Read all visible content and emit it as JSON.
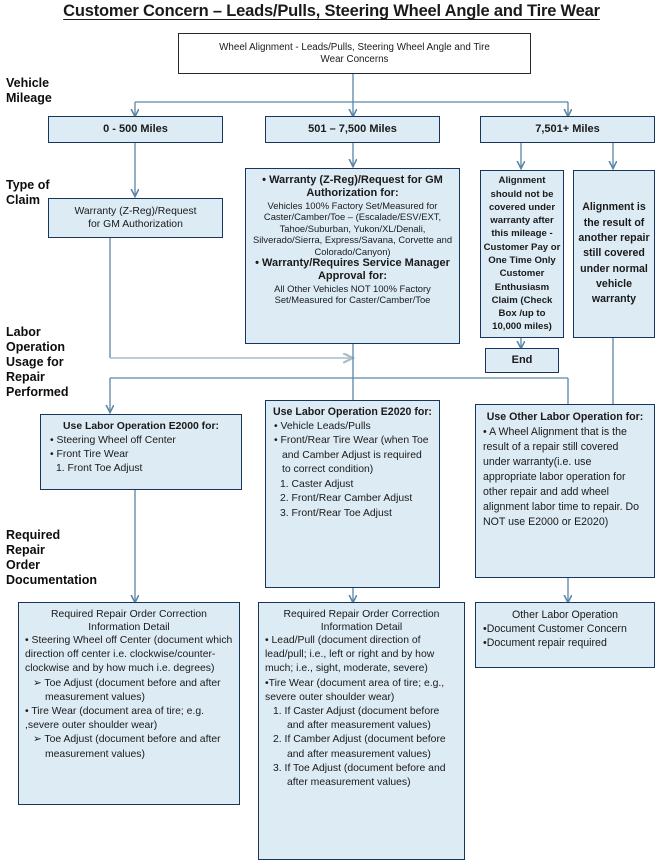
{
  "title": "Customer Concern – Leads/Pulls, Steering Wheel Angle and Tire Wear",
  "swimlanes": [
    {
      "id": "vehicle-mileage",
      "label": "Vehicle\nMileage"
    },
    {
      "id": "type-of-claim",
      "label": "Type of\nClaim"
    },
    {
      "id": "labor-operation",
      "label": "Labor\nOperation\nUsage for\nRepair\nPerformed"
    },
    {
      "id": "required-repair-order-documentation",
      "label": "Required\nRepair\nOrder\nDocumentation"
    }
  ],
  "nodes": {
    "start": {
      "lines": [
        "Wheel Alignment - Leads/Pulls, Steering Wheel Angle and Tire",
        "Wear Concerns"
      ]
    },
    "mileage_0_500": {
      "label": "0 - 500 Miles"
    },
    "mileage_501_7500": {
      "label": "501 – 7,500 Miles"
    },
    "mileage_7501_plus": {
      "label": "7,501+ Miles"
    },
    "claim_zreg": {
      "lines": [
        "Warranty (Z-Reg)/Request",
        "for GM  Authorization"
      ]
    },
    "claim_gm_auth": {
      "heading": "• Warranty (Z-Reg)/Request for GM Authorization for:",
      "body": "Vehicles 100% Factory Set/Measured for Caster/Camber/Toe – (Escalade/ESV/EXT, Tahoe/Suburban, Yukon/XL/Denali, Silverado/Sierra, Express/Savana,  Corvette and Colorado/Canyon)",
      "heading2": "• Warranty/Requires Service Manager Approval for:",
      "body2": "All Other Vehicles NOT 100% Factory Set/Measured for Caster/Camber/Toe"
    },
    "claim_not_covered": {
      "text": "Alignment should not be covered under warranty after this mileage - Customer Pay or  One Time Only Customer Enthusiasm Claim (Check Box /up to 10,000 miles)"
    },
    "claim_other_repair": {
      "text": "Alignment is the result of another repair still covered under normal vehicle warranty"
    },
    "end": {
      "label": "End"
    },
    "labor_e2000": {
      "heading": "Use Labor Operation E2000 for:",
      "items": [
        "• Steering Wheel off Center",
        "• Front Tire Wear",
        "1.    Front Toe Adjust"
      ]
    },
    "labor_e2020": {
      "heading": "Use Labor Operation E2020 for:",
      "items": [
        "• Vehicle Leads/Pulls",
        "• Front/Rear Tire Wear (when Toe and Camber Adjust is required to correct condition)",
        "1.    Caster Adjust",
        "2.    Front/Rear Camber Adjust",
        "3.    Front/Rear Toe Adjust"
      ]
    },
    "labor_other": {
      "heading": "Use Other Labor Operation for:",
      "items": [
        "• A Wheel Alignment that is the result of a repair still covered under warranty(i.e. use appropriate labor operation for other repair and add wheel alignment labor time to repair. Do NOT use E2000 or E2020)"
      ]
    },
    "doc_e2000": {
      "heading": "Required Repair Order Correction Information Detail",
      "items": [
        "•  Steering Wheel off Center (document which direction off center i.e. clockwise/counter-clockwise and by how much i.e. degrees)",
        "➢    Toe Adjust (document before and after measurement values)",
        "• Tire Wear (document area of tire; e.g. ,severe outer shoulder wear)",
        "➢    Toe Adjust (document before and after measurement values)"
      ]
    },
    "doc_e2020": {
      "heading": "Required Repair Order Correction Information Detail",
      "items": [
        "• Lead/Pull (document direction of lead/pull; i.e., left or right and by how much; i.e., sight, moderate, severe)",
        "•Tire Wear (document area of tire; e.g., severe outer shoulder wear)",
        "1.     If Caster Adjust (document before and after measurement values)",
        "2.     If Camber Adjust (document before and after measurement values)",
        "3.     If Toe Adjust (document before and after measurement values)"
      ]
    },
    "doc_other": {
      "heading": "Other Labor Operation",
      "items": [
        "•Document Customer Concern",
        "•Document repair required"
      ]
    }
  },
  "colors": {
    "node_fill": "#dcebf4",
    "node_border": "#17365d",
    "connector": "#5b86a8",
    "text": "#1a1a1a"
  }
}
